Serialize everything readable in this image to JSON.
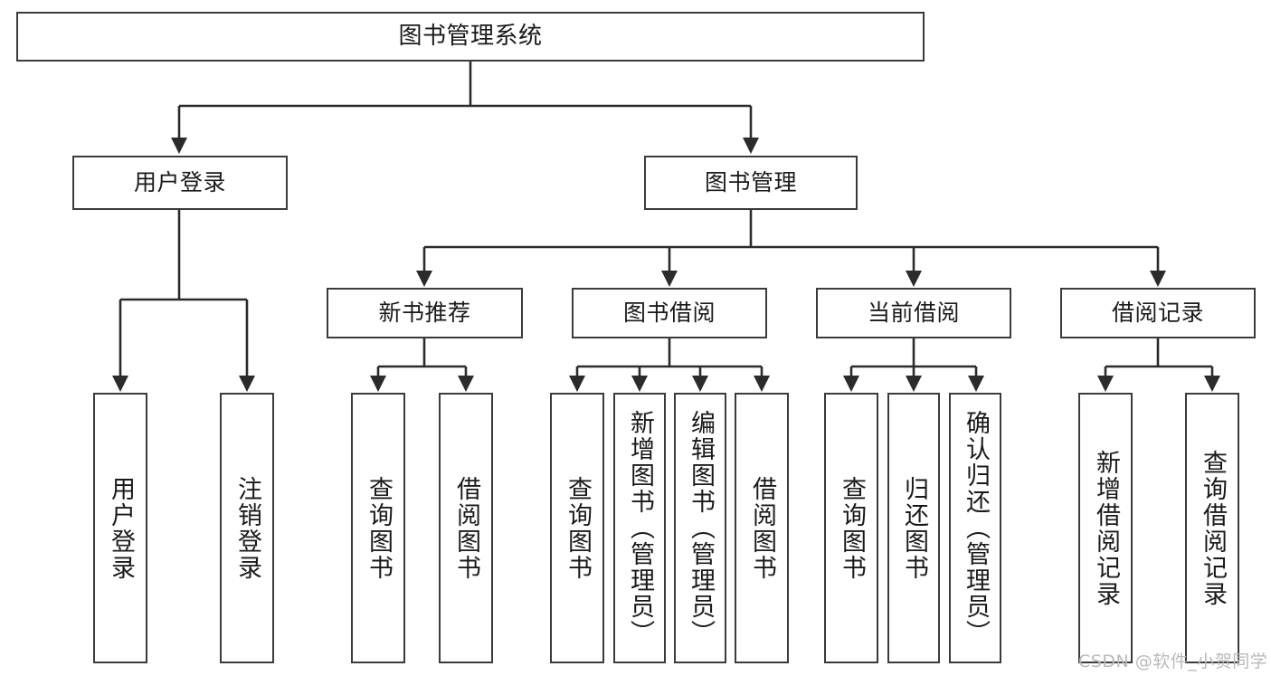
{
  "diagram": {
    "title": "图书管理系统",
    "type": "tree-hierarchy-chart",
    "watermark": "CSDN @软件_小贺同学",
    "colors": {
      "box_border": "#3b3b3b",
      "box_fill": "#ffffff",
      "edge": "#2b2b2b",
      "text": "#1a1a1a",
      "watermark": "#b9b9b9",
      "background": "#ffffff"
    },
    "root": {
      "label": "图书管理系统"
    },
    "level1": [
      {
        "label": "用户登录"
      },
      {
        "label": "图书管理"
      }
    ],
    "level2": [
      {
        "label": "新书推荐"
      },
      {
        "label": "图书借阅"
      },
      {
        "label": "当前借阅"
      },
      {
        "label": "借阅记录"
      }
    ],
    "leaves": {
      "user_login": [
        {
          "label": "用户登录"
        },
        {
          "label": "注销登录"
        }
      ],
      "new_book_recommend": [
        {
          "label": "查询图书"
        },
        {
          "label": "借阅图书"
        }
      ],
      "book_borrow": [
        {
          "label": "查询图书"
        },
        {
          "label": "新增图书（管理员）"
        },
        {
          "label": "编辑图书（管理员）"
        },
        {
          "label": "借阅图书"
        }
      ],
      "current_borrow": [
        {
          "label": "查询图书"
        },
        {
          "label": "归还图书"
        },
        {
          "label": "确认归还（管理员）"
        }
      ],
      "borrow_records": [
        {
          "label": "新增借阅记录"
        },
        {
          "label": "查询借阅记录"
        }
      ]
    }
  }
}
